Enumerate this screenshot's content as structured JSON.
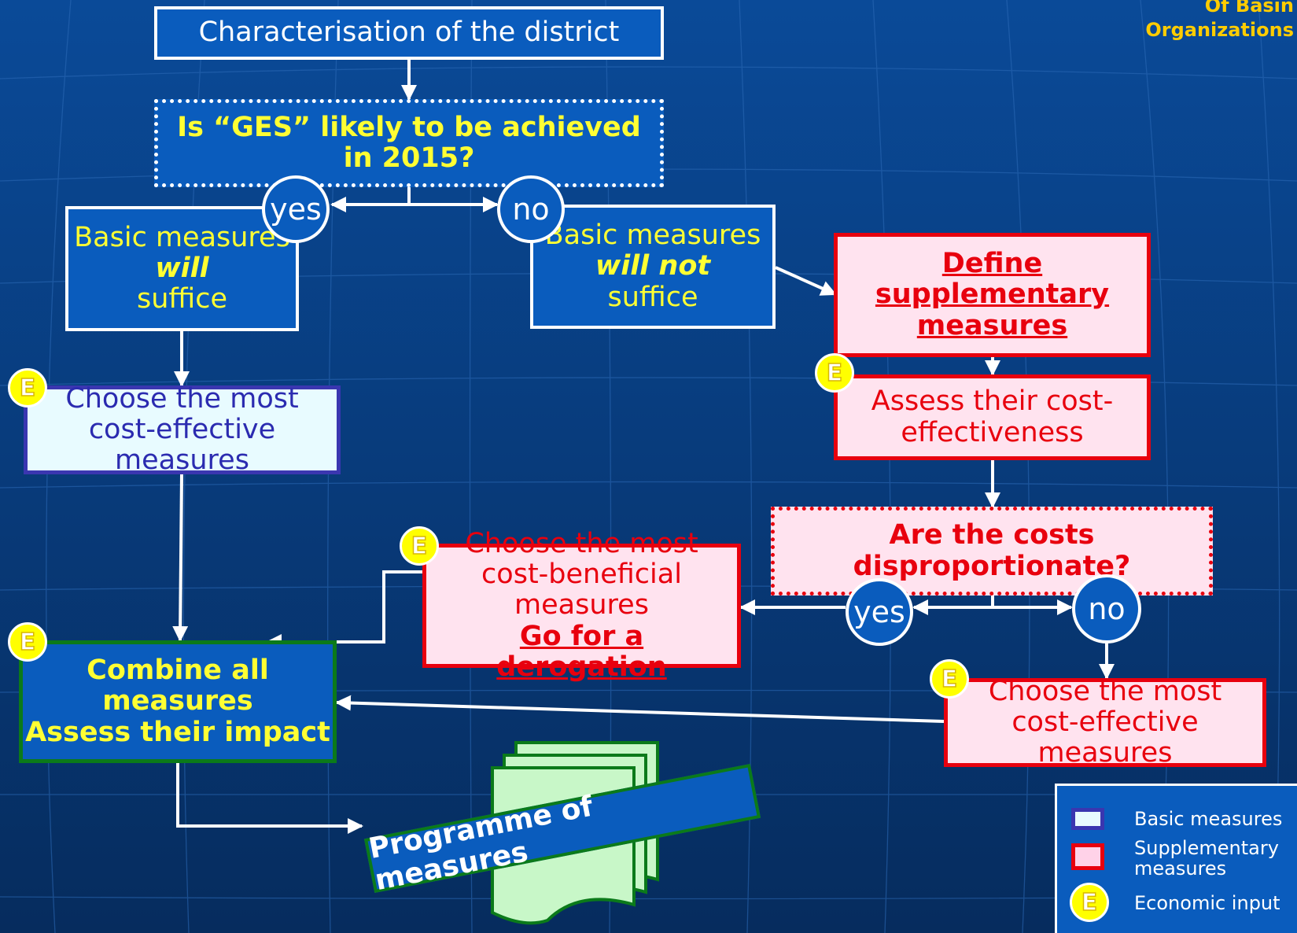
{
  "organization": {
    "line1": "Of Basin",
    "line2": "Organizations"
  },
  "boxes": {
    "characterisation": "Characterisation of the district",
    "ges_question": "Is “GES” likely to be achieved in 2015?",
    "basic_will": {
      "line1": "Basic measures",
      "line2": "will",
      "line3": "suffice"
    },
    "basic_will_not": {
      "line1": "Basic measures",
      "line2": "will not",
      "line3": "suffice"
    },
    "define_supplementary": "Define supplementary measures",
    "assess_cost_effectiveness": "Assess their cost-effectiveness",
    "choose_cost_effective_left": "Choose the most cost-effective measures",
    "costs_disproportionate": "Are the costs disproportionate?",
    "choose_cost_beneficial": {
      "line1": "Choose the most cost-beneficial measures",
      "line2": "Go for a derogation"
    },
    "combine_all": {
      "line1": "Combine all measures",
      "line2": "Assess their impact"
    },
    "choose_cost_effective_right": "Choose the most cost-effective measures",
    "programme": "Programme of measures"
  },
  "decisions": {
    "yes_top": "yes",
    "no_top": "no",
    "yes_bottom": "yes",
    "no_bottom": "no"
  },
  "badge_letter": "E",
  "legend": {
    "basic": "Basic measures",
    "supplementary": "Supplementary measures",
    "economic": "Economic input"
  },
  "colors": {
    "background": "#0b3f86",
    "box_blue": "#0a5cbd",
    "supplementary_fill": "#ffe3ef",
    "supplementary_border": "#e8000e",
    "basic_fill": "#e8fbff",
    "basic_border": "#3a36b0",
    "combine_border": "#0b7a1a",
    "yellow_text": "#ffff33",
    "economic_badge": "#ffff00",
    "programme_paper": "#c8f7c8"
  }
}
